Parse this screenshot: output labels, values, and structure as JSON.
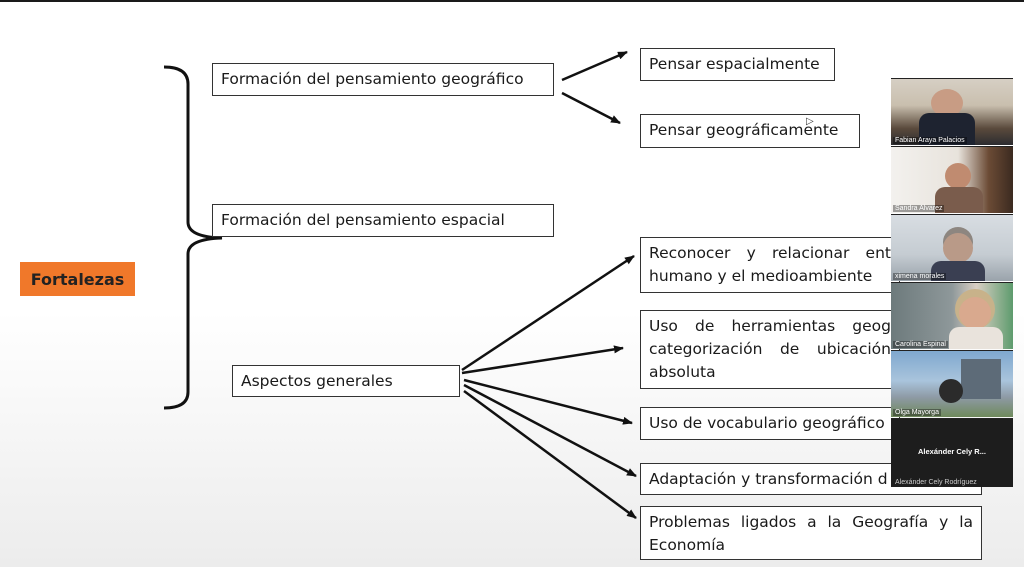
{
  "slide": {
    "left_label": "Fortalezas",
    "boxes": {
      "pensamiento_geografico": "Formación del pensamiento geográfico",
      "pensamiento_espacial": "Formación del pensamiento espacial",
      "aspectos_generales": "Aspectos generales",
      "pensar_espacialmente": "Pensar espacialmente",
      "pensar_geograficamente": "Pensar geográficamente",
      "reconocer": "Reconocer y relacionar ent humano y el medioambiente",
      "uso_herramientas": "Uso de herramientas geog categorización de ubicación absoluta",
      "uso_vocabulario": "Uso de vocabulario geográfico",
      "adaptacion": "Adaptación y transformación d",
      "problemas": "Problemas ligados a la Geografía y la Economía"
    }
  },
  "participants": [
    {
      "name": "Fabian Araya Palacios"
    },
    {
      "name": "Sandra Alvarez"
    },
    {
      "name": "ximena morales"
    },
    {
      "name": "Carolina Espinal"
    },
    {
      "name": "Olga Mayorga"
    },
    {
      "name": "Alexánder Cely Rodríguez",
      "display": "Alexánder Cely R..."
    }
  ],
  "colors": {
    "accent_label": "#f0782a"
  }
}
